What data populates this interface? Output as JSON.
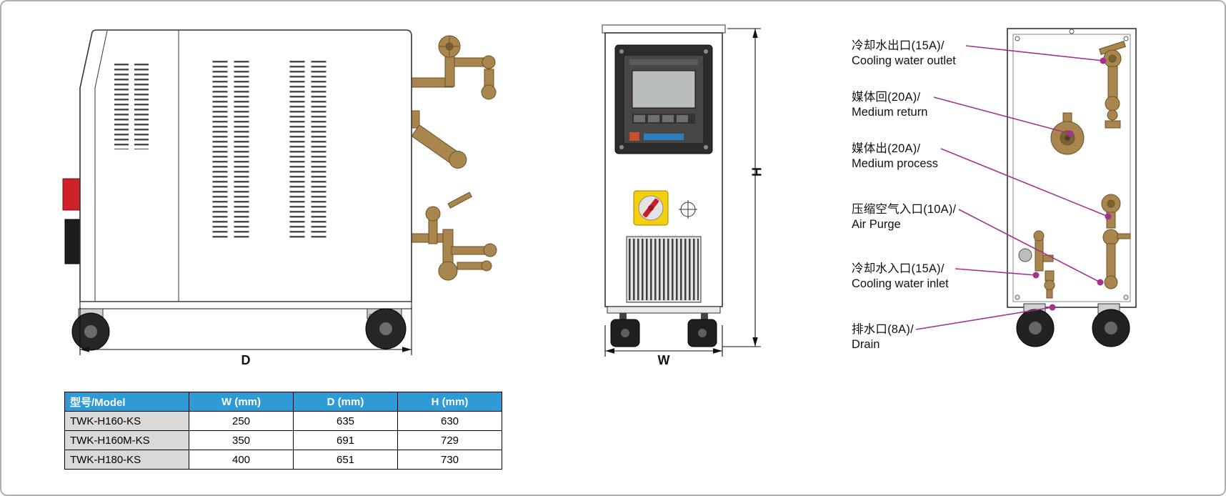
{
  "dimensions": {
    "d": "D",
    "w": "W",
    "h": "H"
  },
  "connections": [
    {
      "zh": "冷却水出口(15A)/",
      "en": "Cooling water outlet"
    },
    {
      "zh": "媒体回(20A)/",
      "en": "Medium return"
    },
    {
      "zh": "媒体出(20A)/",
      "en": "Medium process"
    },
    {
      "zh": "压缩空气入口(10A)/",
      "en": "Air Purge"
    },
    {
      "zh": "冷却水入口(15A)/",
      "en": "Cooling water inlet"
    },
    {
      "zh": "排水口(8A)/",
      "en": "Drain"
    }
  ],
  "table": {
    "headers": [
      "型号/Model",
      "W (mm)",
      "D (mm)",
      "H (mm)"
    ],
    "rows": [
      [
        "TWK-H160-KS",
        "250",
        "635",
        "630"
      ],
      [
        "TWK-H160M-KS",
        "350",
        "691",
        "729"
      ],
      [
        "TWK-H180-KS",
        "400",
        "651",
        "730"
      ]
    ]
  },
  "colors": {
    "table_header_bg": "#2E9BD6",
    "model_cell_bg": "#D9D9D9",
    "leader": "#A2338C",
    "brass": "#A8864E",
    "accent_red": "#CD2127",
    "switch_yellow": "#F3CF10"
  }
}
